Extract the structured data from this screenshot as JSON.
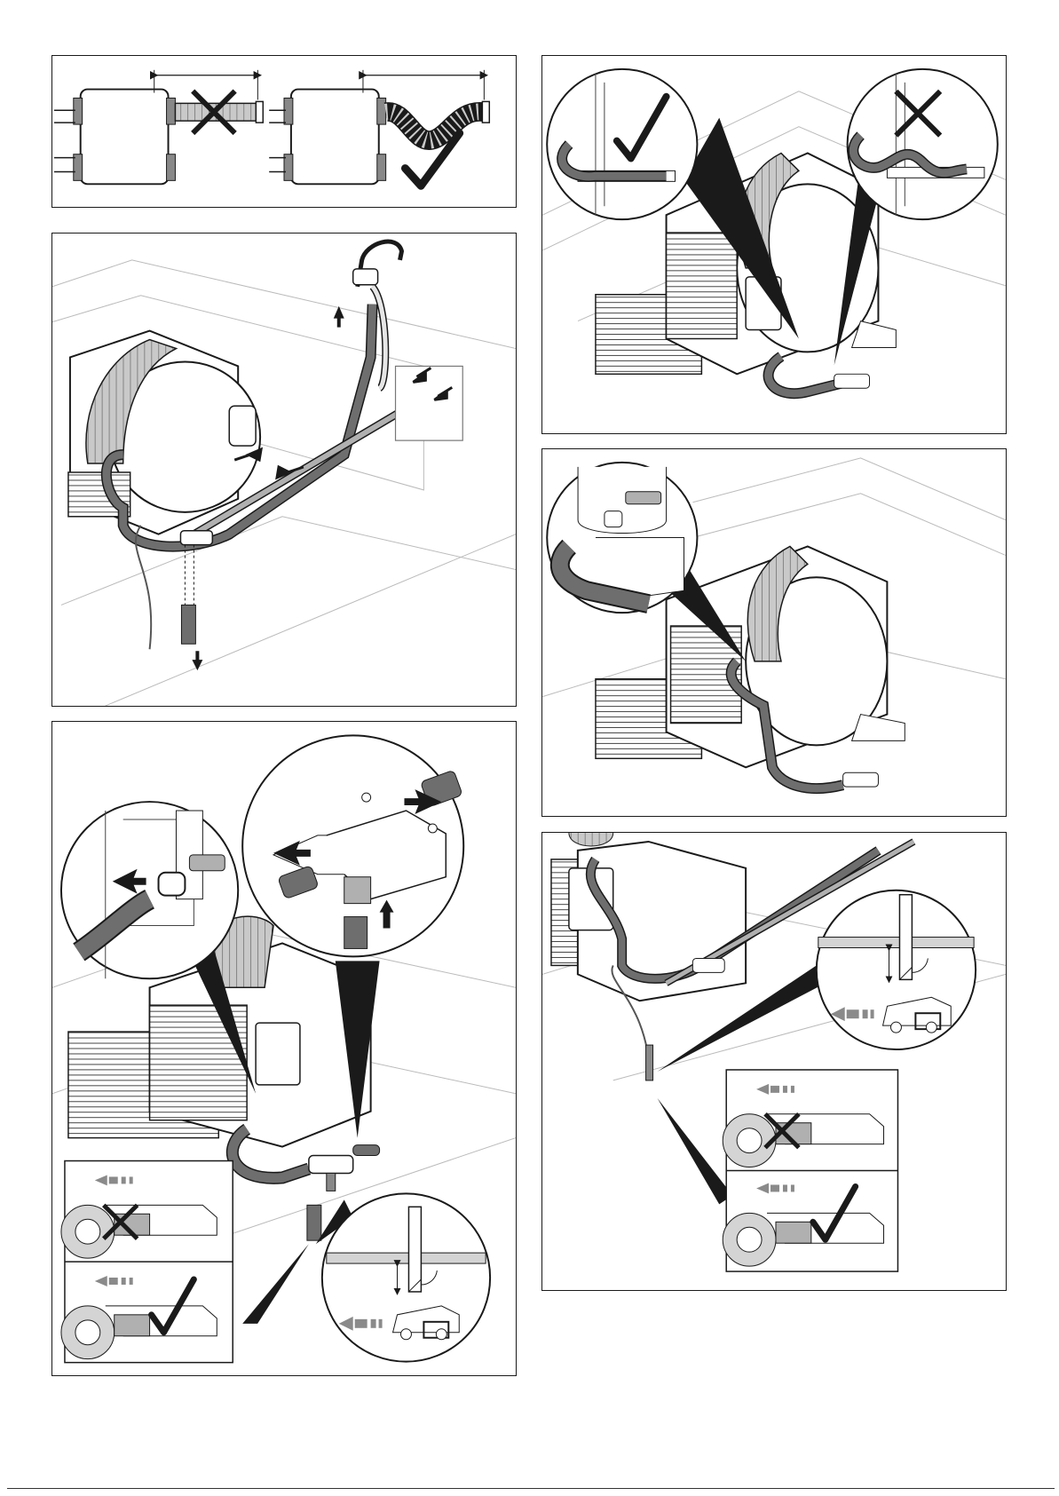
{
  "figures": [
    {
      "id": "hose-length-rule",
      "verdicts": [
        "wrong",
        "correct"
      ]
    },
    {
      "id": "connection-overview"
    },
    {
      "id": "drain-valve-assembly",
      "verdicts": [
        "wrong",
        "correct"
      ]
    },
    {
      "id": "hose-routing-rule",
      "verdicts": [
        "correct",
        "wrong"
      ]
    },
    {
      "id": "connector-detail"
    },
    {
      "id": "drain-outlet-position",
      "verdicts": [
        "wrong",
        "correct"
      ]
    }
  ],
  "colors": {
    "line": "#1a1a1a",
    "hose": "#6e6e6e",
    "hose_light": "#b0b0b0",
    "flex": "#c9c9c9",
    "road": "#d4d4d4",
    "arrow_grey": "#8a8a8a"
  },
  "icons": [
    "check-mark-icon",
    "cross-mark-icon",
    "arrow-icon",
    "drive-direction-arrow-icon"
  ]
}
